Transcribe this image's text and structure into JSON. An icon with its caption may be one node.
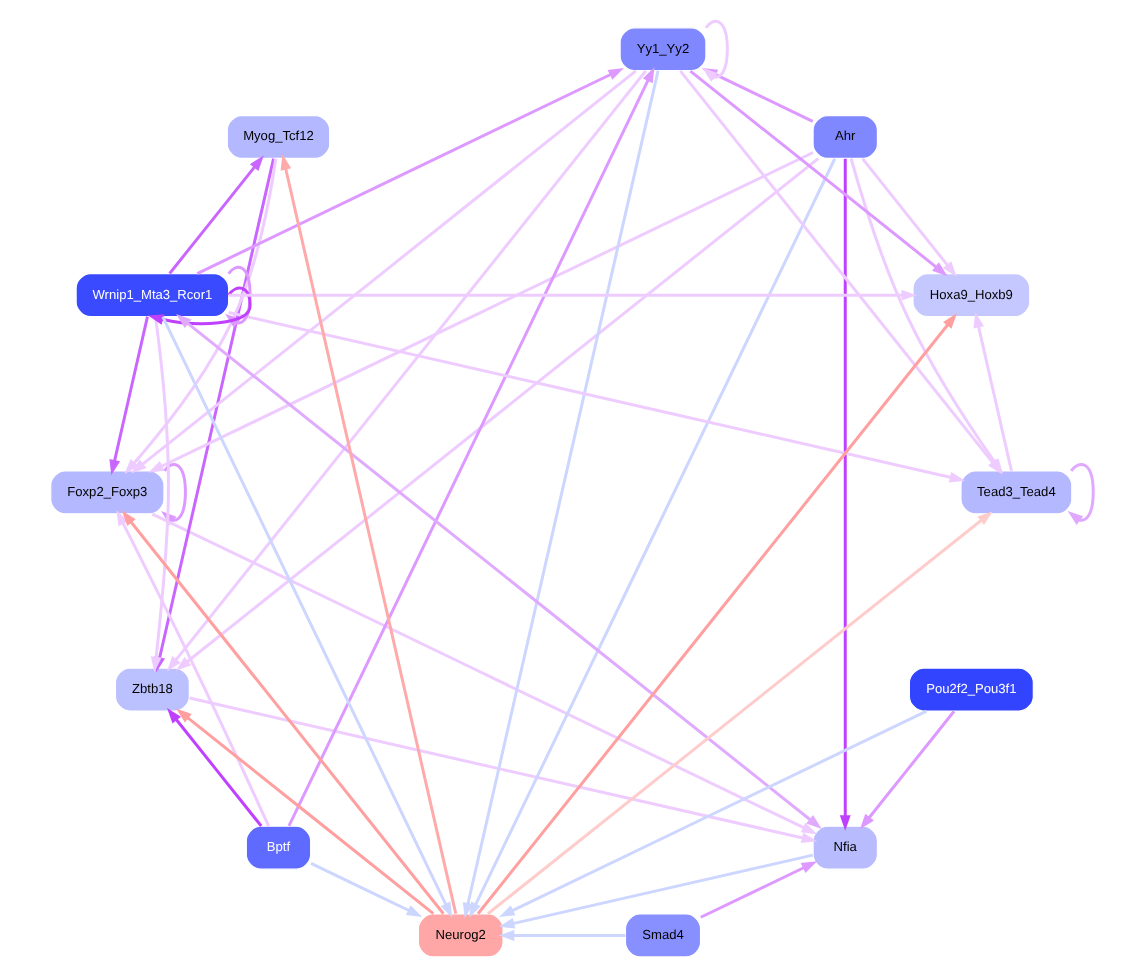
{
  "diagram": {
    "nodes": [
      {
        "text": [
          "Zbtb18"
        ]
      },
      {
        "text": [
          "Foxp2_Foxp3"
        ]
      },
      {
        "text": [
          "Hoxa9_Hoxb9"
        ]
      },
      {
        "text": [
          "Myog_Tcf12"
        ]
      },
      {
        "text": [
          "Pou2f2_Pou3f1"
        ]
      },
      {
        "text": [
          "Neurog2"
        ]
      },
      {
        "text": [
          "Tead3_Tead4"
        ]
      },
      {
        "text": [
          "Nfia"
        ]
      },
      {
        "text": [
          "Smad4"
        ]
      },
      {
        "text": [
          "Wrnip1_Mta3_Rcor1"
        ]
      },
      {
        "text": [
          "Ahr"
        ]
      },
      {
        "text": [
          "Yy1_Yy2"
        ]
      },
      {
        "text": [
          "Bptf"
        ]
      }
    ],
    "edges": [
      {
        "from": 5,
        "to": 0,
        "arrow": "to",
        "color": "#ff9f9f"
      },
      {
        "from": 5,
        "to": 1,
        "arrow": "to",
        "color": "#ff9f9f"
      },
      {
        "from": 5,
        "to": 2,
        "arrow": "to",
        "color": "#ff9f9f"
      },
      {
        "from": 5,
        "to": 3,
        "arrow": "to",
        "color": "#ffaaaa"
      },
      {
        "from": 5,
        "to": 6,
        "arrow": "to",
        "color": "#ffcccc"
      },
      {
        "from": 4,
        "to": 5,
        "arrow": "to",
        "color": "#ccd6ff"
      },
      {
        "from": 7,
        "to": 5,
        "arrow": "to",
        "color": "#ccd6ff"
      },
      {
        "from": 8,
        "to": 5,
        "arrow": "to",
        "color": "#ccd6ff"
      },
      {
        "from": 10,
        "to": 5,
        "arrow": "to",
        "color": "#ccd6ff"
      },
      {
        "from": 11,
        "to": 5,
        "arrow": "to",
        "color": "#ccd6ff"
      },
      {
        "from": 12,
        "to": 5,
        "arrow": "to",
        "color": "#ccd6ff"
      },
      {
        "from": 9,
        "to": 5,
        "arrow": "to",
        "color": "#ccd6ff"
      },
      {
        "from": 1,
        "to": 1,
        "arrow": "to",
        "color": "#dd99ff"
      },
      {
        "from": 6,
        "to": 6,
        "arrow": "to",
        "color": "#e0a8ff"
      },
      {
        "from": 9,
        "to": 9,
        "arrow": "to",
        "color": "#dd99ff"
      },
      {
        "from": 9,
        "to": 9,
        "arrow": "to",
        "color": "#c040ff"
      },
      {
        "from": 11,
        "to": 11,
        "arrow": "to"
      },
      {
        "from": 3,
        "to": 1,
        "arrow": "to"
      },
      {
        "from": 3,
        "to": 0,
        "arrow": "to",
        "color": "#c966ff"
      },
      {
        "from": 9,
        "to": 3,
        "arrow": "to",
        "color": "#c966ff"
      },
      {
        "from": 12,
        "to": 0,
        "arrow": "to",
        "color": "#c040ff"
      },
      {
        "from": 10,
        "to": 7,
        "arrow": "to",
        "color": "#c040ff"
      },
      {
        "from": 4,
        "to": 7,
        "arrow": "to",
        "color": "#dd99ff"
      },
      {
        "from": 8,
        "to": 7,
        "arrow": "to",
        "color": "#dd99ff"
      },
      {
        "from": 9,
        "to": 7,
        "arrow": "both",
        "color": "#e0aaff"
      },
      {
        "from": 9,
        "to": 11,
        "arrow": "to",
        "color": "#dd99ff"
      },
      {
        "from": 10,
        "to": 11,
        "arrow": "to",
        "color": "#dd99ff"
      },
      {
        "from": 12,
        "to": 11,
        "arrow": "to",
        "color": "#dd99ff"
      },
      {
        "from": 6,
        "to": 2,
        "arrow": "to"
      },
      {
        "from": 10,
        "to": 2,
        "arrow": "to"
      },
      {
        "from": 11,
        "to": 2,
        "arrow": "to",
        "color": "#dd99ff"
      },
      {
        "from": 9,
        "to": 2,
        "arrow": "to"
      },
      {
        "from": 11,
        "to": 0,
        "arrow": "to"
      },
      {
        "from": 10,
        "to": 0,
        "arrow": "to"
      },
      {
        "from": 9,
        "to": 0,
        "arrow": "to"
      },
      {
        "from": 9,
        "to": 1,
        "arrow": "to",
        "color": "#c966ff"
      },
      {
        "from": 11,
        "to": 1,
        "arrow": "to"
      },
      {
        "from": 10,
        "to": 1,
        "arrow": "to"
      },
      {
        "from": 12,
        "to": 1,
        "arrow": "to"
      },
      {
        "from": 11,
        "to": 6,
        "arrow": "to"
      },
      {
        "from": 10,
        "to": 6,
        "arrow": "to"
      },
      {
        "from": 9,
        "to": 6,
        "arrow": "to"
      },
      {
        "from": 1,
        "to": 7,
        "arrow": "to"
      },
      {
        "from": 0,
        "to": 7,
        "arrow": "to"
      }
    ]
  }
}
